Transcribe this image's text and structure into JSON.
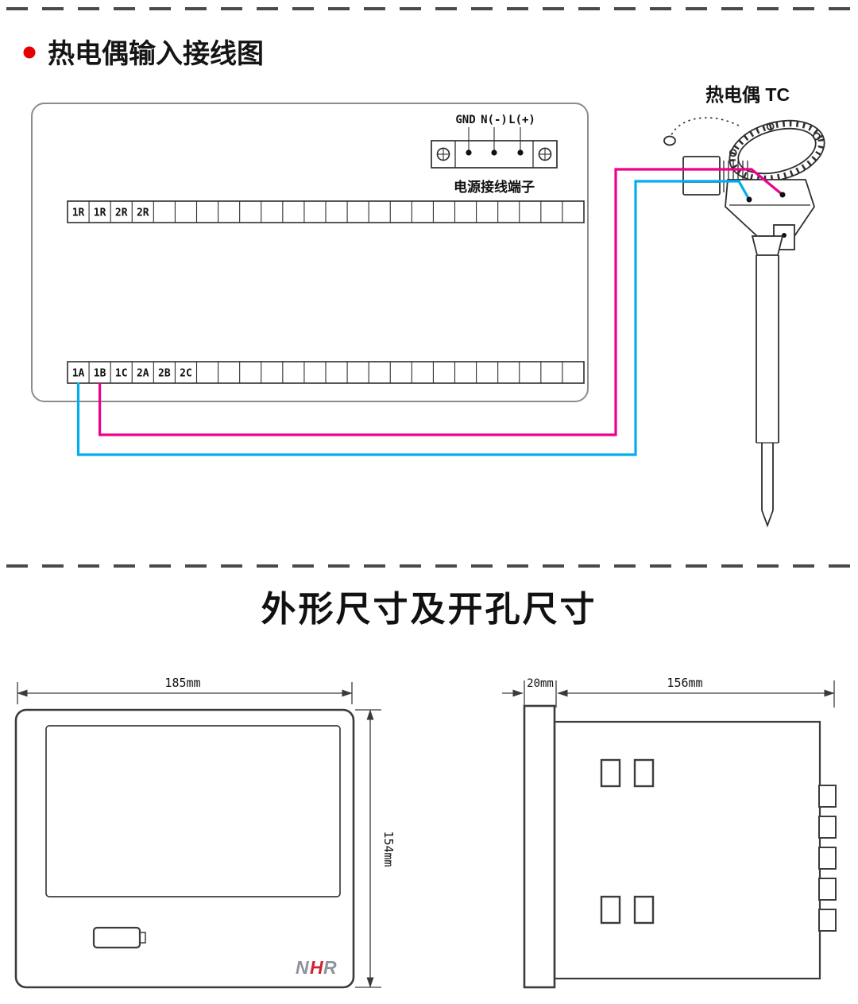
{
  "section1": {
    "bullet_color": "#e60000",
    "title": "热电偶输入接线图"
  },
  "wiring": {
    "power_terminal_labels": [
      "GND",
      "N(-)",
      "L(+)"
    ],
    "power_caption": "电源接线端子",
    "top_strip": {
      "labels": [
        "1R",
        "1R",
        "2R",
        "2R"
      ],
      "cells": 24
    },
    "bottom_strip": {
      "labels": [
        "1A",
        "1B",
        "1C",
        "2A",
        "2B",
        "2C"
      ],
      "cells": 24
    },
    "thermocouple_label": "热电偶 TC",
    "wire_positive_color": "#ec008c",
    "wire_negative_color": "#00aeef"
  },
  "section2": {
    "title": "外形尺寸及开孔尺寸"
  },
  "front_view": {
    "width_label": "185mm",
    "height_label": "154mm",
    "logo": {
      "n": "N",
      "h": "H",
      "r": "R"
    },
    "logo_gray": "#8e9399",
    "logo_red": "#cf2430"
  },
  "side_view": {
    "depth_label": "20mm",
    "length_label": "156mm"
  }
}
